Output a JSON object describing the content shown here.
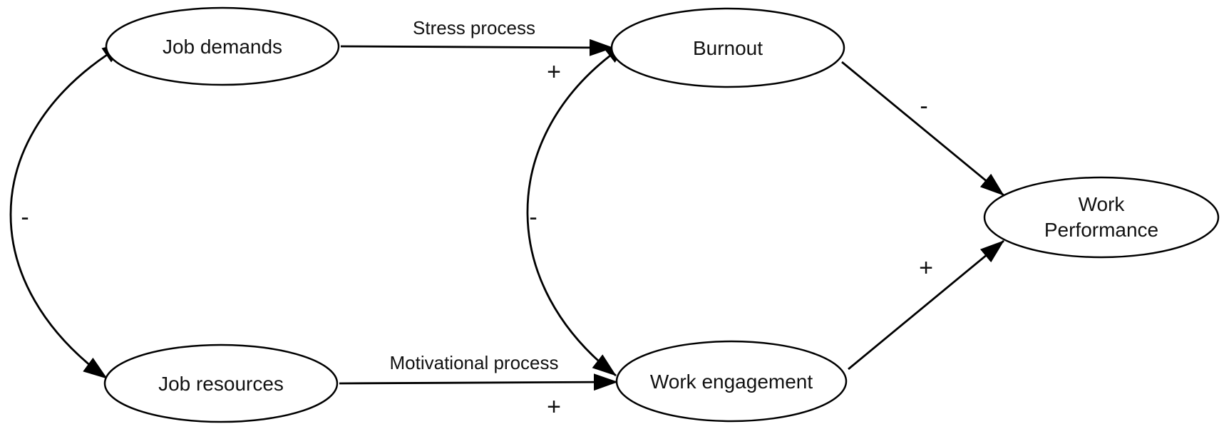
{
  "nodes": {
    "job_demands": "Job demands",
    "job_resources": "Job resources",
    "burnout": "Burnout",
    "work_engagement": "Work engagement",
    "work_performance_line1": "Work",
    "work_performance_line2": "Performance"
  },
  "edge_labels": {
    "stress_process": "Stress process",
    "motivational_process": "Motivational process"
  },
  "signs": {
    "demands_resources": "-",
    "burnout_engagement": "-",
    "demands_to_burnout": "+",
    "resources_to_engagement": "+",
    "burnout_to_performance": "-",
    "engagement_to_performance": "+"
  }
}
